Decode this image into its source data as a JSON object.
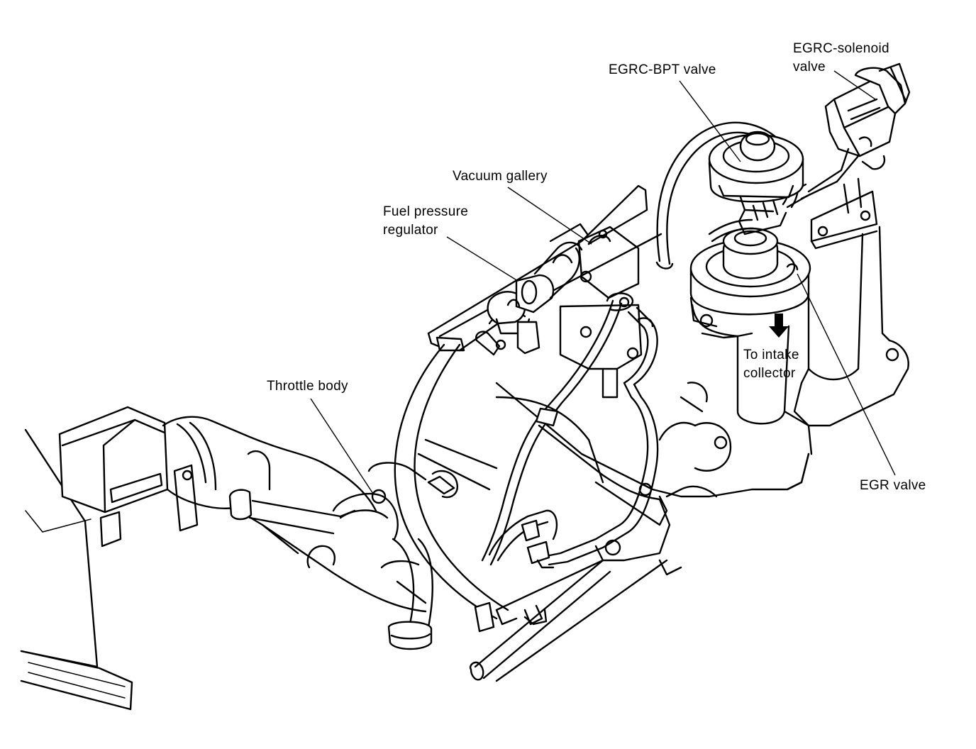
{
  "labels": {
    "egrc_solenoid_valve": [
      "EGRC-solenoid",
      "valve"
    ],
    "egrc_bpt_valve": "EGRC-BPT valve",
    "vacuum_gallery": "Vacuum gallery",
    "fuel_pressure_regulator": [
      "Fuel pressure",
      "regulator"
    ],
    "throttle_body": "Throttle body",
    "to_intake_collector": [
      "To intake",
      "collector"
    ],
    "egr_valve": "EGR valve"
  },
  "icons": {
    "flow_arrow": "down-arrow-icon"
  },
  "colors": {
    "ink": "#000000",
    "paper": "#ffffff"
  }
}
